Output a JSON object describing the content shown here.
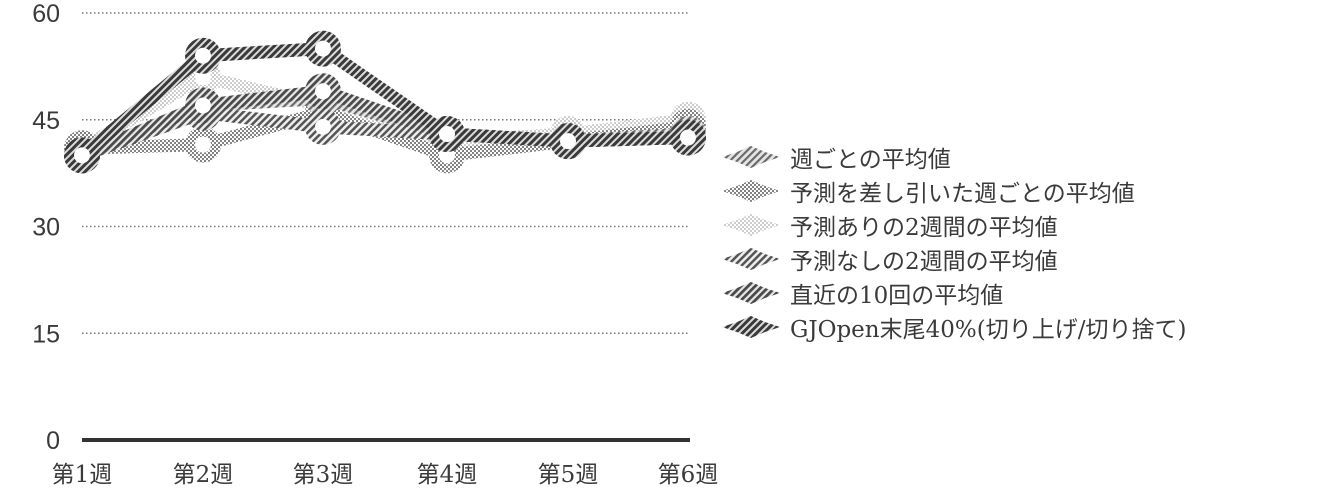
{
  "chart_data": {
    "type": "line",
    "title": "",
    "xlabel": "",
    "ylabel": "",
    "categories": [
      "第1週",
      "第2週",
      "第3週",
      "第4週",
      "第5週",
      "第6週"
    ],
    "yticks": [
      0,
      15,
      30,
      45,
      60
    ],
    "ylim": [
      0,
      60
    ],
    "grid": "horizontal dotted",
    "legend_position": "right",
    "series": [
      {
        "name": "週ごとの平均値",
        "values": [
          40,
          47,
          48,
          43,
          42,
          43
        ]
      },
      {
        "name": "予測を差し引いた週ごとの平均値",
        "values": [
          41,
          41.5,
          46,
          40,
          42,
          44
        ]
      },
      {
        "name": "予測ありの2週間の平均値",
        "values": [
          41,
          51,
          47,
          42,
          43,
          45
        ]
      },
      {
        "name": "予測なしの2週間の平均値",
        "values": [
          40,
          46,
          44,
          43,
          42,
          42.5
        ]
      },
      {
        "name": "直近の10回の平均値",
        "values": [
          40,
          47,
          49,
          43,
          42,
          42.5
        ]
      },
      {
        "name": "GJOpen末尾40%(切り上げ/切り捨て)",
        "values": [
          40,
          54,
          55,
          43,
          42,
          42.5
        ]
      }
    ]
  },
  "axis": {
    "y_labels": [
      "60",
      "45",
      "30",
      "15",
      "0"
    ],
    "x_labels": [
      "第1週",
      "第2週",
      "第3週",
      "第4週",
      "第5週",
      "第6週"
    ]
  },
  "legend": {
    "items": [
      "週ごとの平均値",
      "予測を差し引いた週ごとの平均値",
      "予測ありの2週間の平均値",
      "予測なしの2週間の平均値",
      "直近の10回の平均値",
      "GJOpen末尾40%(切り上げ/切り捨て)"
    ]
  }
}
